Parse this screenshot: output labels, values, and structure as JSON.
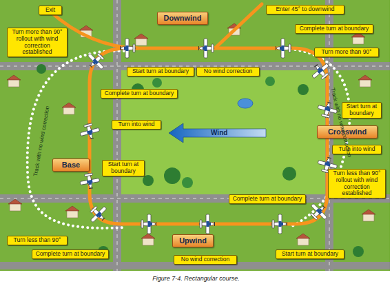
{
  "diagram": {
    "caption": "Figure 7-4. Rectangular course.",
    "nodes": [
      {
        "text": [
          "Exit"
        ]
      },
      {
        "text": [
          "Downwind"
        ]
      },
      {
        "text": [
          "Enter 45° to downwind"
        ]
      },
      {
        "text": [
          "Complete turn at boundary"
        ]
      },
      {
        "text": [
          "Turn more than 90° rollout with wind correction established"
        ]
      },
      {
        "text": [
          "Turn more than 90°"
        ]
      },
      {
        "text": [
          "Start turn at boundary"
        ]
      },
      {
        "text": [
          "No wind correction"
        ]
      },
      {
        "text": [
          "Complete turn at boundary"
        ]
      },
      {
        "text": [
          "Start turn at boundary"
        ]
      },
      {
        "text": [
          "Turn into wind"
        ]
      },
      {
        "text": [
          "Crosswind"
        ]
      },
      {
        "text": [
          "Turn into wind"
        ]
      },
      {
        "text": [
          "Base"
        ]
      },
      {
        "text": [
          "Start turn at boundary"
        ]
      },
      {
        "text": [
          "Turn less than 90° rollout with wind correction established"
        ]
      },
      {
        "text": [
          "Complete turn at boundary"
        ]
      },
      {
        "text": [
          "Upwind"
        ]
      },
      {
        "text": [
          "Turn less than 90°"
        ]
      },
      {
        "text": [
          "Complete turn at boundary"
        ]
      },
      {
        "text": [
          "Start turn at boundary"
        ]
      },
      {
        "text": [
          "No wind correction"
        ]
      }
    ],
    "labels": [
      "Track with no wind correction",
      "Wind",
      "Track with no wind correction"
    ]
  }
}
